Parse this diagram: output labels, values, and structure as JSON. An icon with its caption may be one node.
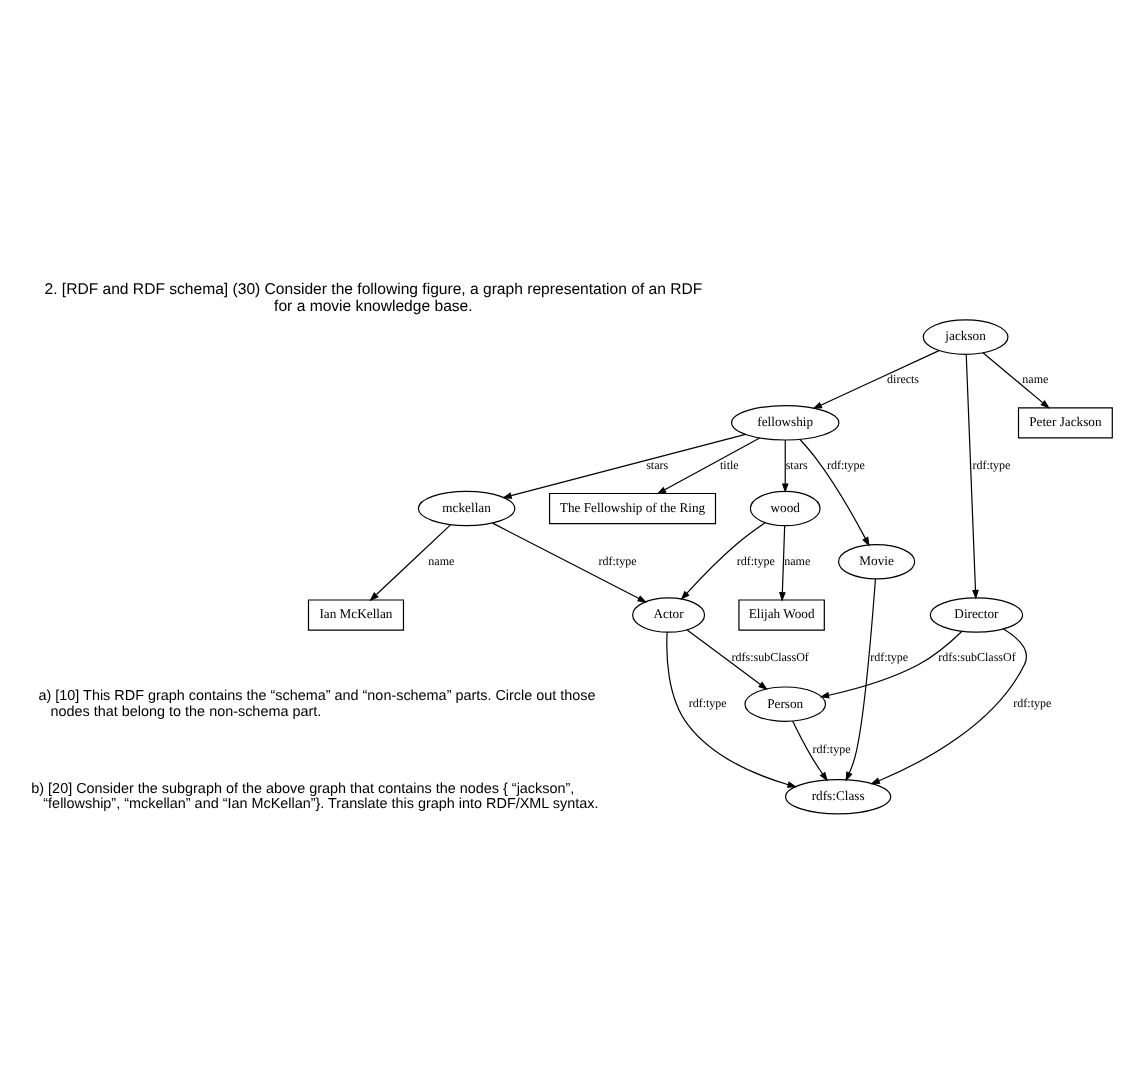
{
  "diagram": {
    "title": "2. [RDF and RDF schema] (30) Consider the following figure, a graph representation of an RDF for a movie knowledge base.",
    "nodes": [
      {
        "text": [
          "Person"
        ]
      },
      {
        "text": [
          "rdfs:Class"
        ]
      },
      {
        "text": [
          "Actor"
        ]
      },
      {
        "text": [
          "Director"
        ]
      },
      {
        "text": [
          "jackson"
        ]
      },
      {
        "text": [
          "Movie"
        ]
      },
      {
        "text": [
          "wood"
        ]
      },
      {
        "text": [
          "Elijah Wood"
        ]
      },
      {
        "text": [
          "Peter Jackson"
        ]
      },
      {
        "text": [
          "fellowship"
        ]
      },
      {
        "text": [
          "mckellan"
        ]
      },
      {
        "text": [
          "The Fellowship of the Ring"
        ]
      },
      {
        "text": [
          "Ian McKellan"
        ]
      }
    ],
    "edges": [
      {
        "from": 3,
        "to": 0,
        "arrow": "to",
        "label": "rdfs:subClassOf"
      },
      {
        "from": 0,
        "to": 1,
        "arrow": "to",
        "label": "rdf:type"
      },
      {
        "from": 2,
        "to": 0,
        "arrow": "to",
        "label": "rdfs:subClassOf"
      },
      {
        "from": 3,
        "to": 1,
        "arrow": "to",
        "label": "rdf:type"
      },
      {
        "from": 2,
        "to": 1,
        "arrow": "to",
        "label": "rdf:type"
      },
      {
        "from": 4,
        "to": 3,
        "arrow": "to",
        "label": "rdf:type"
      },
      {
        "from": 5,
        "to": 1,
        "arrow": "to",
        "label": "rdf:type"
      },
      {
        "from": 6,
        "to": 2,
        "arrow": "to",
        "label": "rdf:type"
      },
      {
        "from": 4,
        "to": 8,
        "arrow": "to",
        "label": "name"
      },
      {
        "from": 4,
        "to": 9,
        "arrow": "to",
        "label": "directs"
      },
      {
        "from": 9,
        "to": 5,
        "arrow": "to",
        "label": "rdf:type"
      },
      {
        "from": 9,
        "to": 6,
        "arrow": "to",
        "label": "stars"
      },
      {
        "from": 6,
        "to": 7,
        "arrow": "to",
        "label": "name"
      },
      {
        "from": 9,
        "to": 10,
        "arrow": "to",
        "label": "stars"
      },
      {
        "from": 9,
        "to": 11,
        "arrow": "to",
        "label": "title"
      },
      {
        "from": 10,
        "to": 2,
        "arrow": "to",
        "label": "rdf:type"
      },
      {
        "from": 10,
        "to": 12,
        "arrow": "to",
        "label": "name"
      }
    ],
    "labels": [
      "a) [10] This RDF graph contains the “schema” and “non-schema” parts. Circle out those nodes that belong to the non-schema part.",
      "b) [20] Consider the subgraph of the above graph that contains the nodes { “jackson”, “fellowship”, “mckellan” and “Ian McKellan”}. Translate this graph into RDF/XML syntax."
    ]
  }
}
